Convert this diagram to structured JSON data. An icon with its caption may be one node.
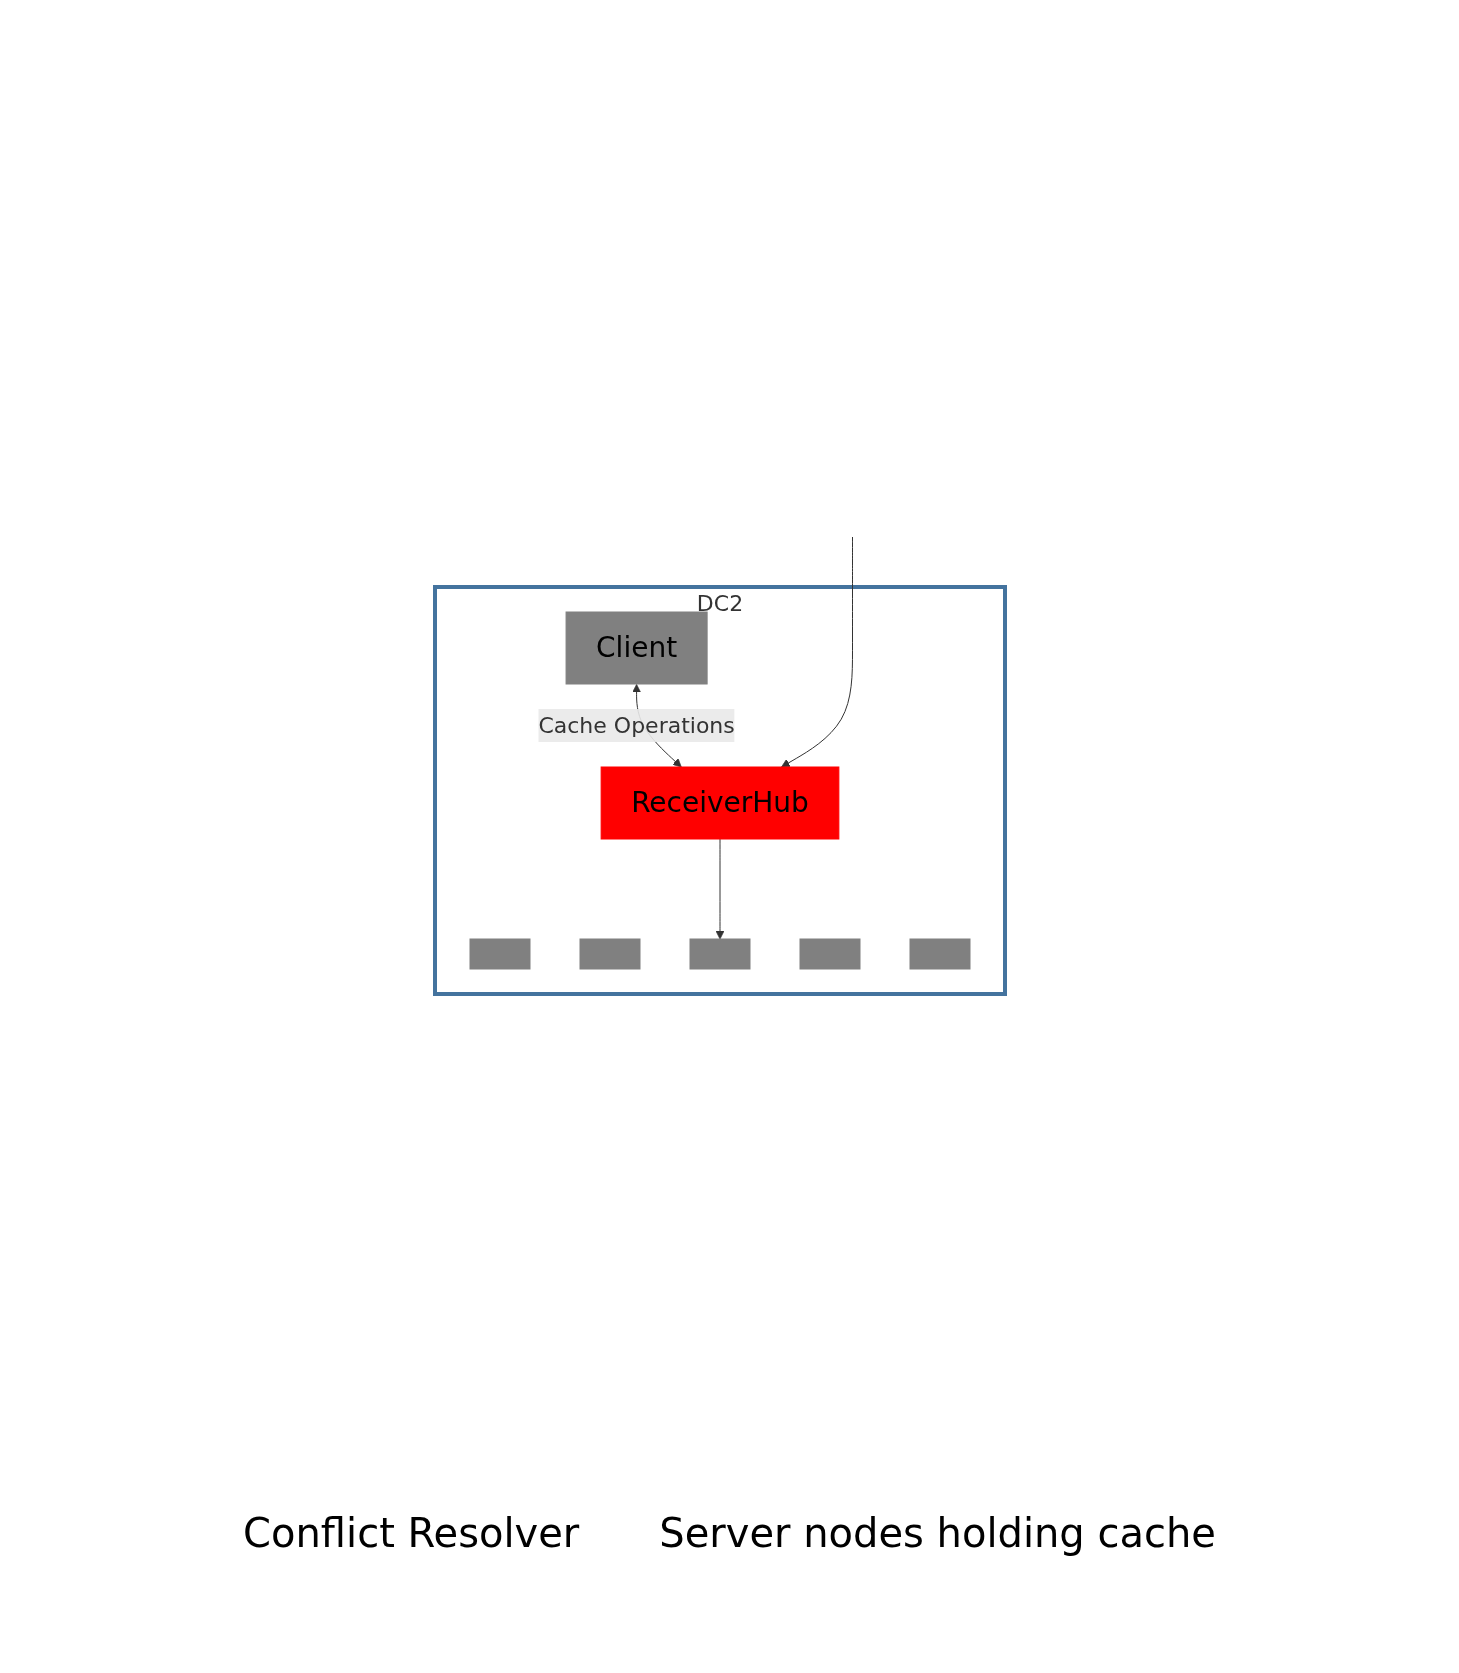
{
  "diagram": {
    "nodes": [
      {
        "text": [
          "DC2"
        ]
      },
      {
        "text": [
          "Client"
        ],
        "in": 0
      },
      {
        "text": [
          "ReceiverHub"
        ],
        "in": 0
      },
      {
        "text": [],
        "shape": "box",
        "in": 0
      },
      {
        "text": [],
        "shape": "box",
        "in": 0
      },
      {
        "text": [],
        "shape": "box",
        "in": 0
      },
      {
        "text": [],
        "shape": "box",
        "in": 0
      },
      {
        "text": [],
        "shape": "box",
        "in": 0
      }
    ],
    "edges": [
      {
        "from": 1,
        "to": 2,
        "label": "Cache Operations",
        "arrow": "both"
      },
      {
        "from": null,
        "to": 2,
        "arrow": "to"
      },
      {
        "from": 2,
        "to": 5,
        "arrow": "to"
      }
    ],
    "labels": [
      "Conflict Resolver",
      "Server nodes holding cache"
    ]
  }
}
